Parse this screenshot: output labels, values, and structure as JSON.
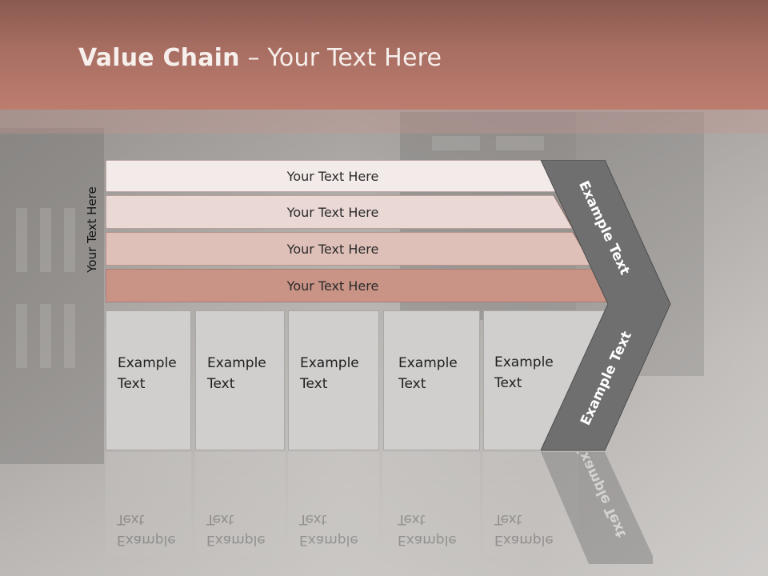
{
  "title": {
    "bold": "Value Chain",
    "rest": " – Your Text Here"
  },
  "vertical_label": "Your Text Here",
  "bands": [
    {
      "label": "Your Text Here",
      "color": "#f3ebe9"
    },
    {
      "label": "Your Text Here",
      "color": "#ead8d4"
    },
    {
      "label": "Your Text Here",
      "color": "#dfc0b8"
    },
    {
      "label": "Your Text Here",
      "color": "#c99386"
    }
  ],
  "boxes": [
    {
      "line1": "Example",
      "line2": "Text"
    },
    {
      "line1": "Example",
      "line2": "Text"
    },
    {
      "line1": "Example",
      "line2": "Text"
    },
    {
      "line1": "Example",
      "line2": "Text"
    },
    {
      "line1": "Example",
      "line2": "Text"
    }
  ],
  "chevron": {
    "upper_label": "Example Text",
    "lower_label": "Example Text",
    "color": "#6f6f6f"
  },
  "colors": {
    "header": "#b07465",
    "box": "#d0cfce",
    "box_border": "#a9a8a7"
  }
}
